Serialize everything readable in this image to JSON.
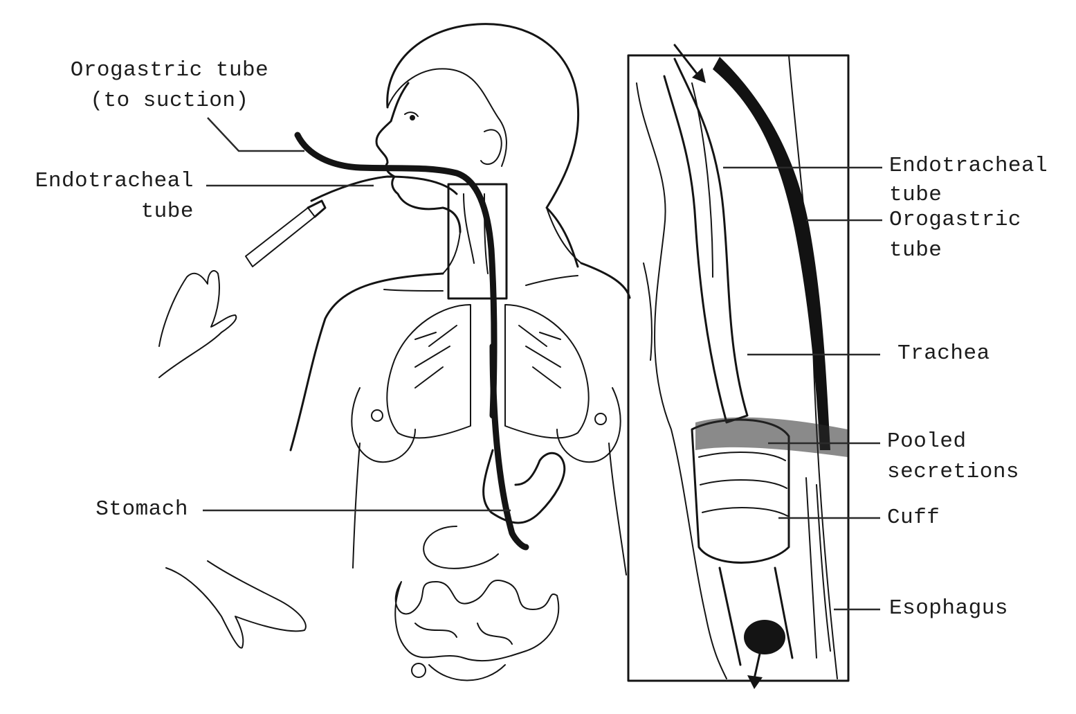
{
  "labels_left": {
    "orogastric": [
      "Orogastric tube",
      "(to suction)"
    ],
    "endotracheal": [
      "Endotracheal",
      "tube"
    ],
    "stomach": "Stomach"
  },
  "labels_right": {
    "endotracheal": [
      "Endotracheal",
      "tube"
    ],
    "orogastric": [
      "Orogastric",
      "tube"
    ],
    "trachea": "Trachea",
    "pooled": [
      "Pooled",
      "secretions"
    ],
    "cuff": "Cuff",
    "esophagus": "Esophagus"
  },
  "colors": {
    "ink": "#141414",
    "background": "#ffffff"
  }
}
